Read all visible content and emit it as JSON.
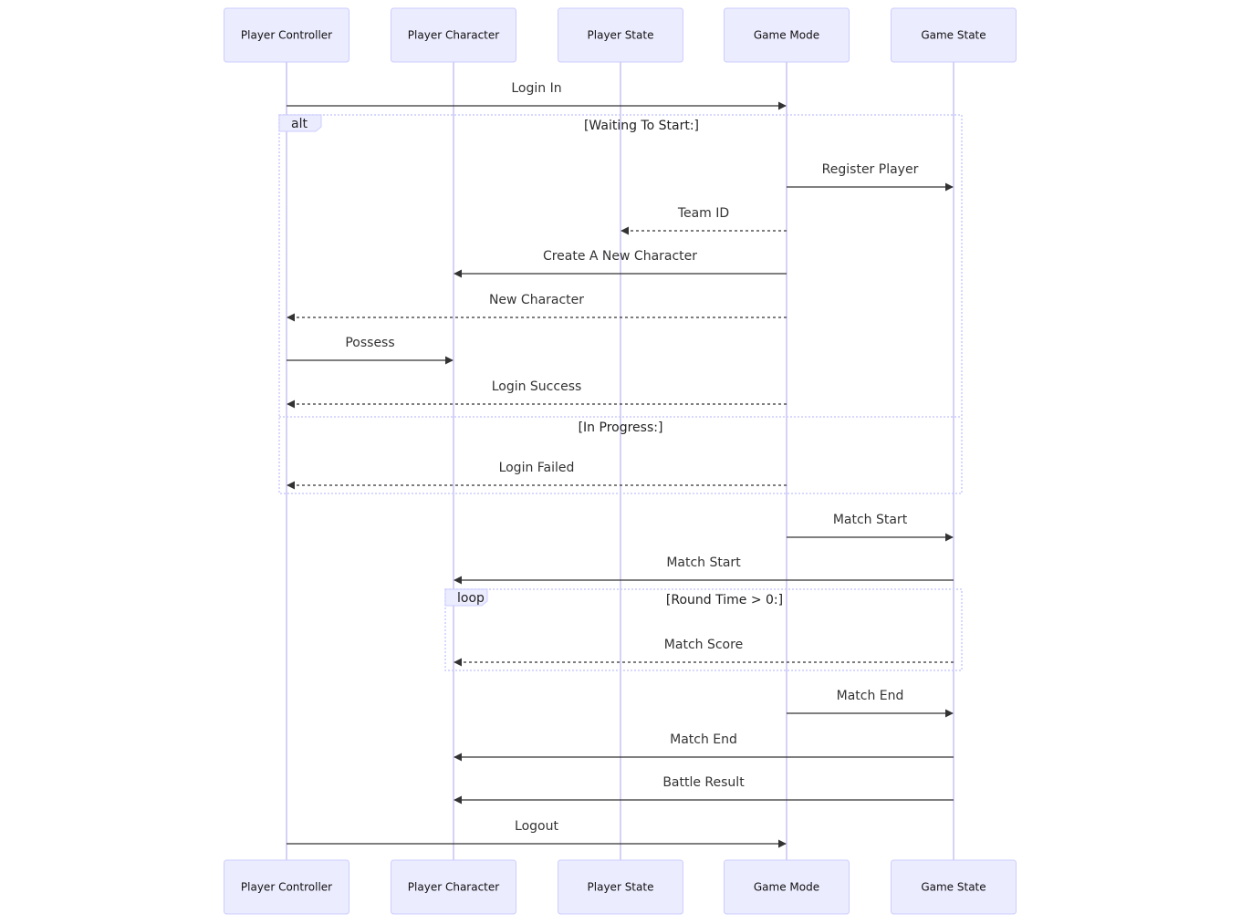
{
  "actors": [
    {
      "id": "pc",
      "name": "Player Controller"
    },
    {
      "id": "pch",
      "name": "Player Character"
    },
    {
      "id": "ps",
      "name": "Player State"
    },
    {
      "id": "gm",
      "name": "Game Mode"
    },
    {
      "id": "gs",
      "name": "Game State"
    }
  ],
  "messages": [
    {
      "from": "pc",
      "to": "gm",
      "text": "Login In",
      "style": "solid"
    },
    {
      "from": "gm",
      "to": "gs",
      "text": "Register Player",
      "style": "solid"
    },
    {
      "from": "gm",
      "to": "ps",
      "text": "Team ID",
      "style": "dashed"
    },
    {
      "from": "gm",
      "to": "pch",
      "text": "Create A New Character",
      "style": "solid"
    },
    {
      "from": "gm",
      "to": "pc",
      "text": "New Character",
      "style": "dashed"
    },
    {
      "from": "pc",
      "to": "pch",
      "text": "Possess",
      "style": "solid"
    },
    {
      "from": "gm",
      "to": "pc",
      "text": "Login Success",
      "style": "dashed"
    },
    {
      "from": "gm",
      "to": "pc",
      "text": "Login Failed",
      "style": "dashed"
    },
    {
      "from": "gm",
      "to": "gs",
      "text": "Match Start",
      "style": "solid"
    },
    {
      "from": "gs",
      "to": "pch",
      "text": "Match Start",
      "style": "solid"
    },
    {
      "from": "gs",
      "to": "pch",
      "text": "Match Score",
      "style": "dashed"
    },
    {
      "from": "gm",
      "to": "gs",
      "text": "Match End",
      "style": "solid"
    },
    {
      "from": "gs",
      "to": "pch",
      "text": "Match End",
      "style": "solid"
    },
    {
      "from": "gs",
      "to": "pch",
      "text": "Battle Result",
      "style": "solid"
    },
    {
      "from": "pc",
      "to": "gm",
      "text": "Logout",
      "style": "solid"
    }
  ],
  "frames": [
    {
      "kind": "alt",
      "conditions": [
        "[Waiting To Start:]",
        "[In Progress:]"
      ],
      "message_groups": [
        [
          1,
          2,
          3,
          4,
          5,
          6
        ],
        [
          7
        ]
      ],
      "from_actor": "pc",
      "to_actor": "gs"
    },
    {
      "kind": "loop",
      "conditions": [
        "[Round Time > 0:]"
      ],
      "message_groups": [
        [
          10
        ]
      ],
      "from_actor": "pch",
      "to_actor": "gs"
    }
  ],
  "colors": {
    "actor_fill": "#ECECFF",
    "actor_border": "#CCCCFF",
    "lifeline": "#D6D2F5",
    "line": "#333333"
  }
}
